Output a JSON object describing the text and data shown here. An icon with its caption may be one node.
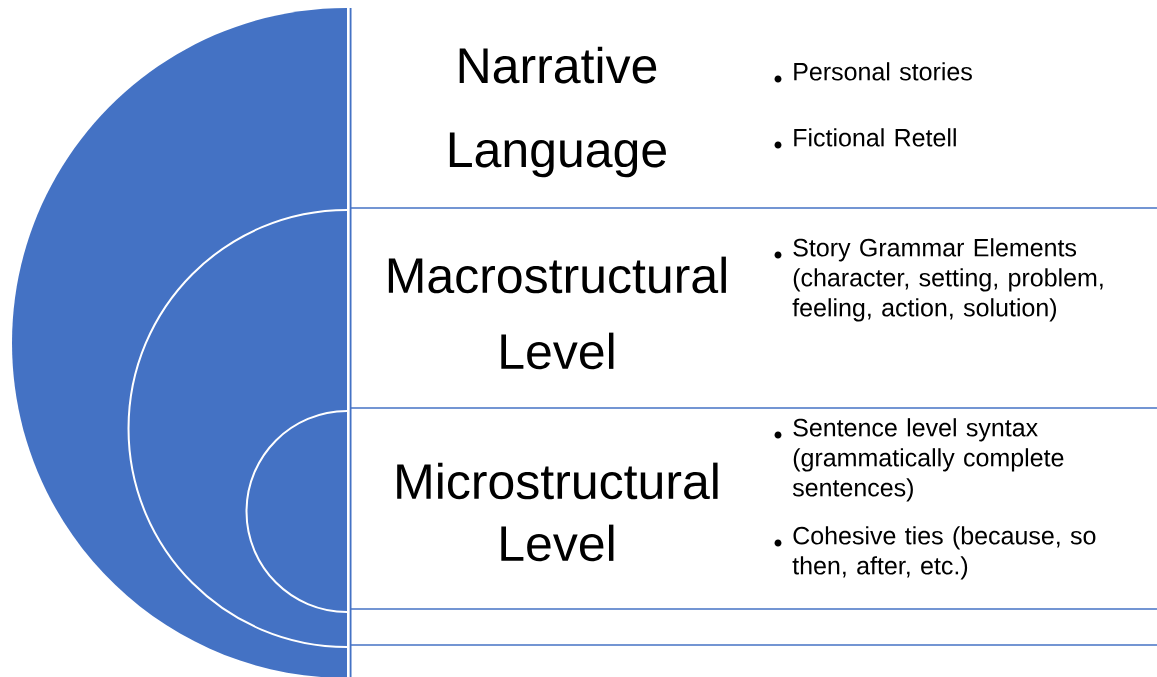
{
  "diagram": {
    "nodes": [
      {
        "text": [
          "Narrative Language",
          "Personal stories",
          "Fictional Retell"
        ]
      },
      {
        "text": [
          "Macrostructural Level",
          "Story Grammar Elements (character, setting, problem, feeling, action, solution)"
        ]
      },
      {
        "text": [
          "Microstructural Level",
          "Sentence level syntax (grammatically complete sentences)",
          "Cohesive ties (because, so then, after, etc.)"
        ]
      }
    ]
  }
}
